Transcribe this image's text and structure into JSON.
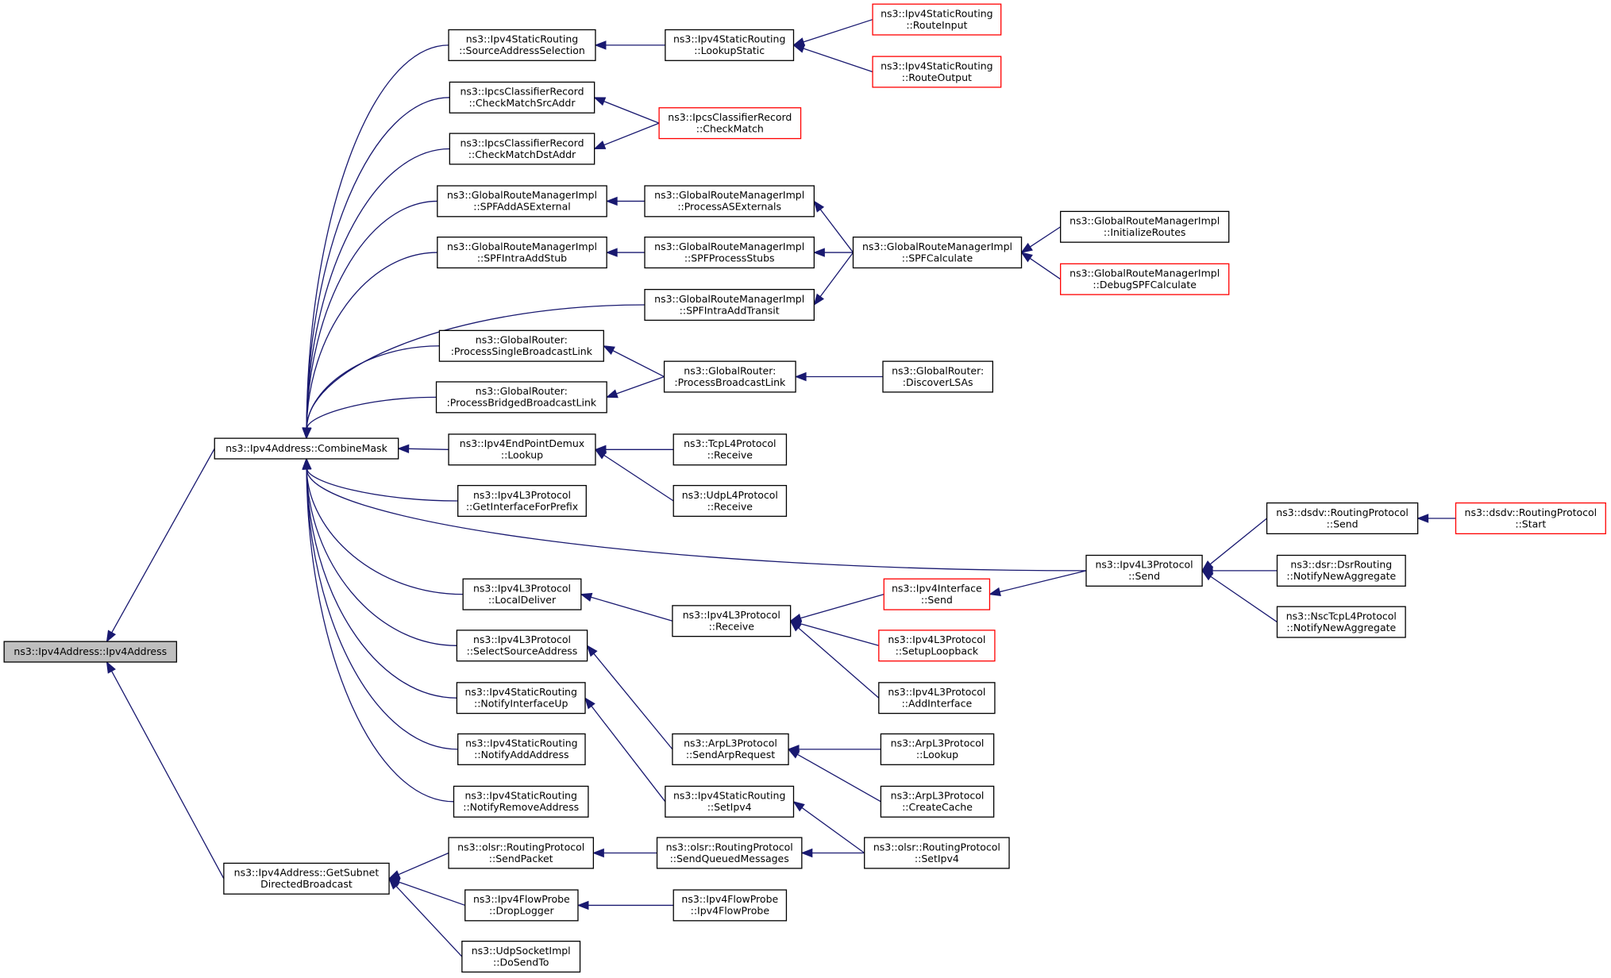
{
  "colors": {
    "edge": "#191970",
    "border_normal": "#000000",
    "border_truncated": "#ff0000",
    "root_fill": "#bfbfbf",
    "node_fill": "#ffffff"
  },
  "nodes": {
    "ipv4address": {
      "lines": [
        "ns3::Ipv4Address::Ipv4Address"
      ],
      "style": "root"
    },
    "combinemask": {
      "lines": [
        "ns3::Ipv4Address::CombineMask"
      ],
      "style": "normal"
    },
    "getsubnet": {
      "lines": [
        "ns3::Ipv4Address::GetSubnet",
        "DirectedBroadcast"
      ],
      "style": "normal"
    },
    "srcaddrsel": {
      "lines": [
        "ns3::Ipv4StaticRouting",
        "::SourceAddressSelection"
      ],
      "style": "normal"
    },
    "checksrc": {
      "lines": [
        "ns3::IpcsClassifierRecord",
        "::CheckMatchSrcAddr"
      ],
      "style": "normal"
    },
    "checkdst": {
      "lines": [
        "ns3::IpcsClassifierRecord",
        "::CheckMatchDstAddr"
      ],
      "style": "normal"
    },
    "spfaddas": {
      "lines": [
        "ns3::GlobalRouteManagerImpl",
        "::SPFAddASExternal"
      ],
      "style": "normal"
    },
    "spfintraaddstub": {
      "lines": [
        "ns3::GlobalRouteManagerImpl",
        "::SPFIntraAddStub"
      ],
      "style": "normal"
    },
    "procsingle": {
      "lines": [
        "ns3::GlobalRouter:",
        ":ProcessSingleBroadcastLink"
      ],
      "style": "normal"
    },
    "procbridged": {
      "lines": [
        "ns3::GlobalRouter:",
        ":ProcessBridgedBroadcastLink"
      ],
      "style": "normal"
    },
    "epdemuxlookup": {
      "lines": [
        "ns3::Ipv4EndPointDemux",
        "::Lookup"
      ],
      "style": "normal"
    },
    "getifforprefix": {
      "lines": [
        "ns3::Ipv4L3Protocol",
        "::GetInterfaceForPrefix"
      ],
      "style": "normal"
    },
    "localdeliver": {
      "lines": [
        "ns3::Ipv4L3Protocol",
        "::LocalDeliver"
      ],
      "style": "normal"
    },
    "selectsrc": {
      "lines": [
        "ns3::Ipv4L3Protocol",
        "::SelectSourceAddress"
      ],
      "style": "normal"
    },
    "notifyifup": {
      "lines": [
        "ns3::Ipv4StaticRouting",
        "::NotifyInterfaceUp"
      ],
      "style": "normal"
    },
    "notifyadd": {
      "lines": [
        "ns3::Ipv4StaticRouting",
        "::NotifyAddAddress"
      ],
      "style": "normal"
    },
    "notifyremove": {
      "lines": [
        "ns3::Ipv4StaticRouting",
        "::NotifyRemoveAddress"
      ],
      "style": "normal"
    },
    "olsrsendpacket": {
      "lines": [
        "ns3::olsr::RoutingProtocol",
        "::SendPacket"
      ],
      "style": "normal"
    },
    "droplogger": {
      "lines": [
        "ns3::Ipv4FlowProbe",
        "::DropLogger"
      ],
      "style": "normal"
    },
    "udpdosendto": {
      "lines": [
        "ns3::UdpSocketImpl",
        "::DoSendTo"
      ],
      "style": "normal"
    },
    "lookupstatic": {
      "lines": [
        "ns3::Ipv4StaticRouting",
        "::LookupStatic"
      ],
      "style": "normal"
    },
    "checkmatch": {
      "lines": [
        "ns3::IpcsClassifierRecord",
        "::CheckMatch"
      ],
      "style": "truncated"
    },
    "procasext": {
      "lines": [
        "ns3::GlobalRouteManagerImpl",
        "::ProcessASExternals"
      ],
      "style": "normal"
    },
    "spfprocstubs": {
      "lines": [
        "ns3::GlobalRouteManagerImpl",
        "::SPFProcessStubs"
      ],
      "style": "normal"
    },
    "spfintraaddtransit": {
      "lines": [
        "ns3::GlobalRouteManagerImpl",
        "::SPFIntraAddTransit"
      ],
      "style": "normal"
    },
    "procbcast": {
      "lines": [
        "ns3::GlobalRouter:",
        ":ProcessBroadcastLink"
      ],
      "style": "normal"
    },
    "tcprecv": {
      "lines": [
        "ns3::TcpL4Protocol",
        "::Receive"
      ],
      "style": "normal"
    },
    "udprecv": {
      "lines": [
        "ns3::UdpL4Protocol",
        "::Receive"
      ],
      "style": "normal"
    },
    "ipv4l3recv": {
      "lines": [
        "ns3::Ipv4L3Protocol",
        "::Receive"
      ],
      "style": "normal"
    },
    "arpsendreq": {
      "lines": [
        "ns3::ArpL3Protocol",
        "::SendArpRequest"
      ],
      "style": "normal"
    },
    "setipv4static": {
      "lines": [
        "ns3::Ipv4StaticRouting",
        "::SetIpv4"
      ],
      "style": "normal"
    },
    "olsrsendqueued": {
      "lines": [
        "ns3::olsr::RoutingProtocol",
        "::SendQueuedMessages"
      ],
      "style": "normal"
    },
    "flowprobe": {
      "lines": [
        "ns3::Ipv4FlowProbe",
        "::Ipv4FlowProbe"
      ],
      "style": "normal"
    },
    "routeinput": {
      "lines": [
        "ns3::Ipv4StaticRouting",
        "::RouteInput"
      ],
      "style": "truncated"
    },
    "routeoutput": {
      "lines": [
        "ns3::Ipv4StaticRouting",
        "::RouteOutput"
      ],
      "style": "truncated"
    },
    "spfcalc": {
      "lines": [
        "ns3::GlobalRouteManagerImpl",
        "::SPFCalculate"
      ],
      "style": "normal"
    },
    "discoverlsas": {
      "lines": [
        "ns3::GlobalRouter:",
        ":DiscoverLSAs"
      ],
      "style": "normal"
    },
    "ifsend": {
      "lines": [
        "ns3::Ipv4Interface",
        "::Send"
      ],
      "style": "truncated"
    },
    "setuploopback": {
      "lines": [
        "ns3::Ipv4L3Protocol",
        "::SetupLoopback"
      ],
      "style": "truncated"
    },
    "addinterface": {
      "lines": [
        "ns3::Ipv4L3Protocol",
        "::AddInterface"
      ],
      "style": "normal"
    },
    "arplookup": {
      "lines": [
        "ns3::ArpL3Protocol",
        "::Lookup"
      ],
      "style": "normal"
    },
    "arpcreatecache": {
      "lines": [
        "ns3::ArpL3Protocol",
        "::CreateCache"
      ],
      "style": "normal"
    },
    "olsrsetipv4": {
      "lines": [
        "ns3::olsr::RoutingProtocol",
        "::SetIpv4"
      ],
      "style": "normal"
    },
    "initroutes": {
      "lines": [
        "ns3::GlobalRouteManagerImpl",
        "::InitializeRoutes"
      ],
      "style": "normal"
    },
    "debugspf": {
      "lines": [
        "ns3::GlobalRouteManagerImpl",
        "::DebugSPFCalculate"
      ],
      "style": "truncated"
    },
    "ipv4l3send": {
      "lines": [
        "ns3::Ipv4L3Protocol",
        "::Send"
      ],
      "style": "normal"
    },
    "dsdvsend": {
      "lines": [
        "ns3::dsdv::RoutingProtocol",
        "::Send"
      ],
      "style": "normal"
    },
    "dsrnotify": {
      "lines": [
        "ns3::dsr::DsrRouting",
        "::NotifyNewAggregate"
      ],
      "style": "normal"
    },
    "nsctcpnotify": {
      "lines": [
        "ns3::NscTcpL4Protocol",
        "::NotifyNewAggregate"
      ],
      "style": "normal"
    },
    "dsdvstart": {
      "lines": [
        "ns3::dsdv::RoutingProtocol",
        "::Start"
      ],
      "style": "truncated"
    }
  }
}
